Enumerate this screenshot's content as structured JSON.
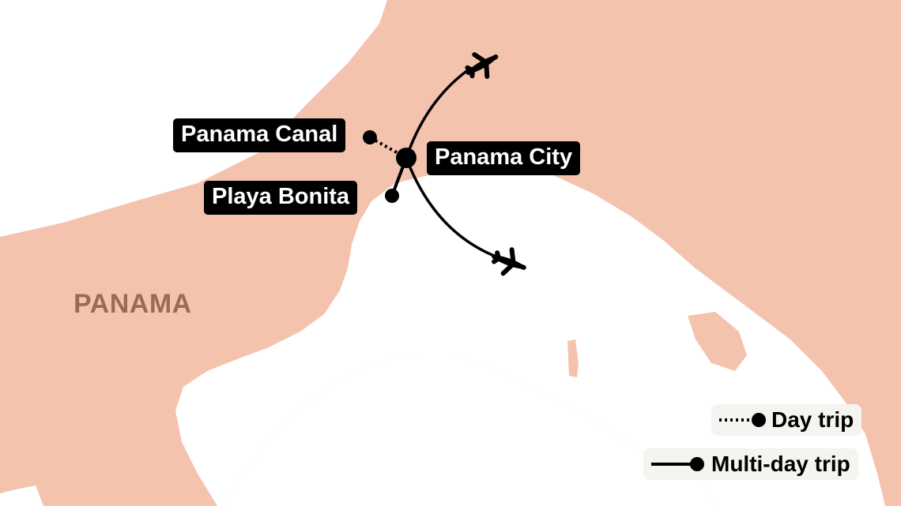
{
  "map": {
    "country_label": "PANAMA",
    "land_color": "#f4c3ae",
    "water_color": "#ffffff",
    "route_color": "#000000"
  },
  "places": {
    "hub": "Panama City",
    "day_trip": "Panama Canal",
    "multi_day_trip": "Playa Bonita"
  },
  "icons": [
    "airplane-icon",
    "airplane-icon"
  ],
  "legend": {
    "day_trip": "Day trip",
    "multi_day_trip": "Multi-day trip"
  }
}
